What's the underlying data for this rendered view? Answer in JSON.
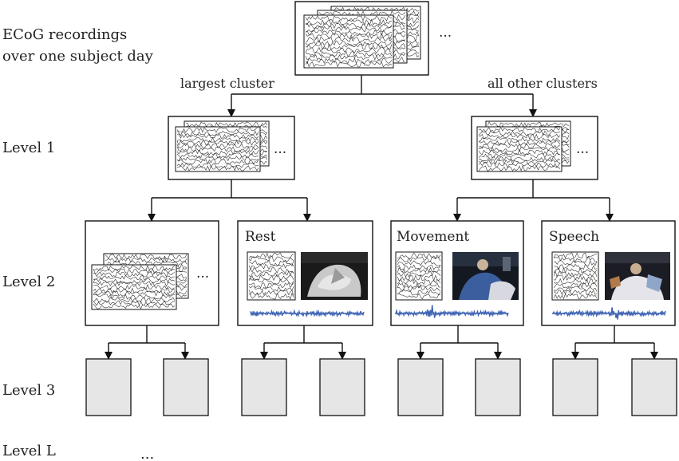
{
  "root": {
    "caption_line1": "ECoG recordings",
    "caption_line2": "over one subject day",
    "ellipsis": "...",
    "branch_left": "largest cluster",
    "branch_right": "all other clusters"
  },
  "levels": [
    {
      "label": "Level 1"
    },
    {
      "label": "Level 2"
    },
    {
      "label": "Level 3"
    },
    {
      "label": "Level L"
    }
  ],
  "level1": {
    "ellipsis": "..."
  },
  "level2": {
    "left_box": {
      "ellipsis": "..."
    },
    "behaviors": [
      {
        "title": "Rest",
        "photo": "rest-video-frame"
      },
      {
        "title": "Movement",
        "photo": "movement-video-frame"
      },
      {
        "title": "Speech",
        "photo": "speech-video-frame"
      }
    ]
  },
  "levelL": {
    "ellipsis": "..."
  },
  "colors": {
    "line": "#111111",
    "audio": "#3f64b4",
    "leaf_fill": "#e6e6e6",
    "trace": "#333333"
  }
}
